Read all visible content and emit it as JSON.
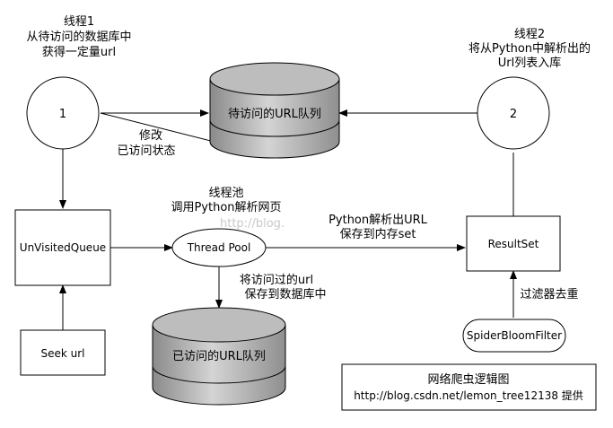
{
  "nodes": {
    "thread1": {
      "id": "1",
      "caption": [
        "线程1",
        "从待访问的数据库中",
        "获得一定量url"
      ]
    },
    "thread2": {
      "id": "2",
      "caption": [
        "线程2",
        "将从Python中解析出的",
        "Url列表入库"
      ]
    },
    "pending_db": {
      "label": "待访问的URL队列"
    },
    "visited_db": {
      "label": "已访问的URL队列"
    },
    "unvisited_queue": {
      "label": "UnVisitedQueue"
    },
    "thread_pool": {
      "label": "Thread Pool",
      "caption": [
        "线程池",
        "调用Python解析网页"
      ]
    },
    "result_set": {
      "label": "ResultSet"
    },
    "seek_url": {
      "label": "Seek url"
    },
    "bloom_filter": {
      "label": "SpiderBloomFilter"
    }
  },
  "edge_labels": {
    "modify": [
      "修改",
      "已访问状态"
    ],
    "parse": [
      "Python解析出URL",
      "保存到内存set"
    ],
    "save_visited": [
      "将访问过的url",
      "保存到数据库中"
    ],
    "dedupe": "过滤器去重"
  },
  "legend": {
    "title": "网络爬虫逻辑图",
    "credit": "http://blog.csdn.net/lemon_tree12138 提供"
  },
  "watermark": "http://blog."
}
